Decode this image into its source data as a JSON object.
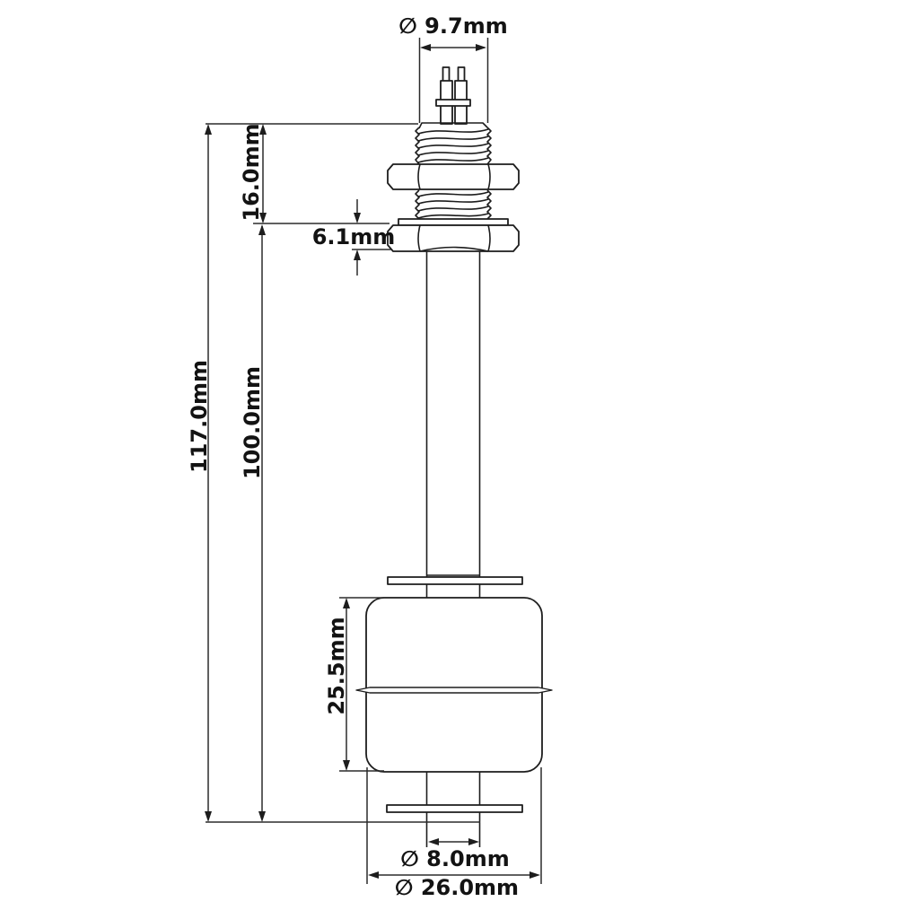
{
  "drawing": {
    "background_color": "#ffffff",
    "line_color": "#1d1d1d",
    "labels": {
      "thread_diameter": "∅ 9.7mm",
      "thread_length": "16.0mm",
      "locknut_height": "6.1mm",
      "total_length": "117.0mm",
      "stem_length": "100.0mm",
      "float_height": "25.5mm",
      "stem_diameter": "∅ 8.0mm",
      "float_diameter": "∅ 26.0mm"
    },
    "values_mm": {
      "thread_diameter": 9.7,
      "thread_length": 16.0,
      "locknut_height": 6.1,
      "total_length": 117.0,
      "stem_length": 100.0,
      "float_height": 25.5,
      "stem_diameter": 8.0,
      "float_diameter": 26.0
    }
  }
}
